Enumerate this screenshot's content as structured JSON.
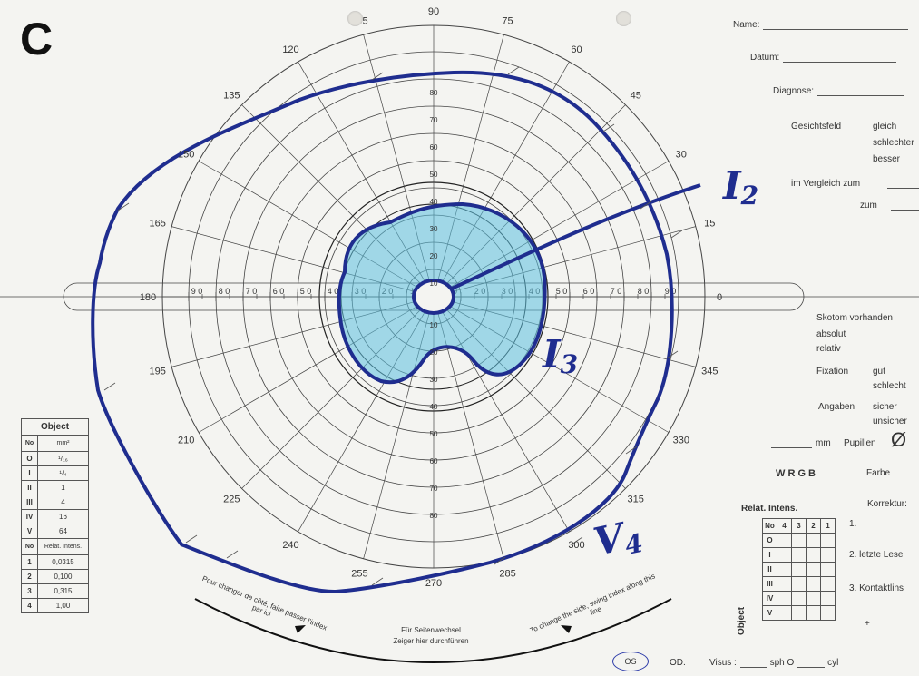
{
  "panel_label": "C",
  "chart": {
    "meridians": [
      "0",
      "15",
      "30",
      "45",
      "60",
      "75",
      "90",
      "105",
      "120",
      "135",
      "150",
      "165",
      "180",
      "195",
      "210",
      "225",
      "240",
      "255",
      "270",
      "285",
      "300",
      "315",
      "330",
      "345"
    ],
    "ring_numbers": [
      "10",
      "20",
      "30",
      "40",
      "50",
      "60",
      "70",
      "80",
      "90"
    ],
    "horizontal_scale_labels": [
      "9 0",
      "8 0",
      "7 0",
      "6 0",
      "5 0",
      "4 0",
      "3 0",
      "2 0",
      "10",
      "10",
      "2 0",
      "3 0",
      "4 0",
      "5 0",
      "6 0",
      "7 0",
      "8 0",
      "9 0"
    ]
  },
  "isopters": [
    {
      "label": "I",
      "subscript": "2",
      "color": "#1f2d8f"
    },
    {
      "label": "I",
      "subscript": "3",
      "color": "#1f2d8f"
    },
    {
      "label": "V",
      "subscript": "4",
      "color": "#1f2d8f"
    }
  ],
  "fill_color": "#5bc0de",
  "form": {
    "name": "Name:",
    "datum": "Datum:",
    "diagnose": "Diagnose:",
    "gesichtsfeld": "Gesichtsfeld",
    "gleich": "gleich",
    "schlechter": "schlechter",
    "besser": "besser",
    "vergleich": "im Vergleich zum",
    "zum": "zum",
    "skotom": "Skotom vorhanden",
    "absolut": "absolut",
    "relativ": "relativ",
    "fixation": "Fixation",
    "gut": "gut",
    "schlecht": "schlecht",
    "angaben": "Angaben",
    "sicher": "sicher",
    "unsicher": "unsicher",
    "mm": "mm",
    "pupillen": "Pupillen",
    "diameter": "Ø",
    "colors": "W  R  G  B",
    "farbe": "Farbe",
    "korrektur": "Korrektur:",
    "k1": "1.",
    "k2": "2. letzte Lese",
    "k3": "3. Kontaktlins",
    "plus": "+",
    "os": "OS",
    "od": "OD.",
    "visus": "Visus :",
    "sph": "sph",
    "cyl": "cyl"
  },
  "object_table": {
    "title": "Object",
    "col_no": "No",
    "col_mm": "mm²",
    "rows": [
      {
        "no": "O",
        "val": "¹/₁₆"
      },
      {
        "no": "I",
        "val": "¹/₄"
      },
      {
        "no": "II",
        "val": "1"
      },
      {
        "no": "III",
        "val": "4"
      },
      {
        "no": "IV",
        "val": "16"
      },
      {
        "no": "V",
        "val": "64"
      }
    ],
    "col_no2": "No",
    "col_rel": "Relat. Intens.",
    "rows2": [
      {
        "no": "1",
        "val": "0,0315"
      },
      {
        "no": "2",
        "val": "0,100"
      },
      {
        "no": "3",
        "val": "0,315"
      },
      {
        "no": "4",
        "val": "1,00"
      }
    ]
  },
  "relat_intens": {
    "title": "Relat. Intens.",
    "header": [
      "No",
      "4",
      "3",
      "2",
      "1"
    ],
    "rows": [
      "O",
      "I",
      "II",
      "III",
      "IV",
      "V"
    ],
    "side": "Object"
  },
  "bottom_text": {
    "french": "Pour changer de côté, faire passer l'index par ici",
    "german_1": "Für Seitenwechsel",
    "german_2": "Zeiger hier durchführen",
    "english": "To change the side, swing index along this line"
  }
}
